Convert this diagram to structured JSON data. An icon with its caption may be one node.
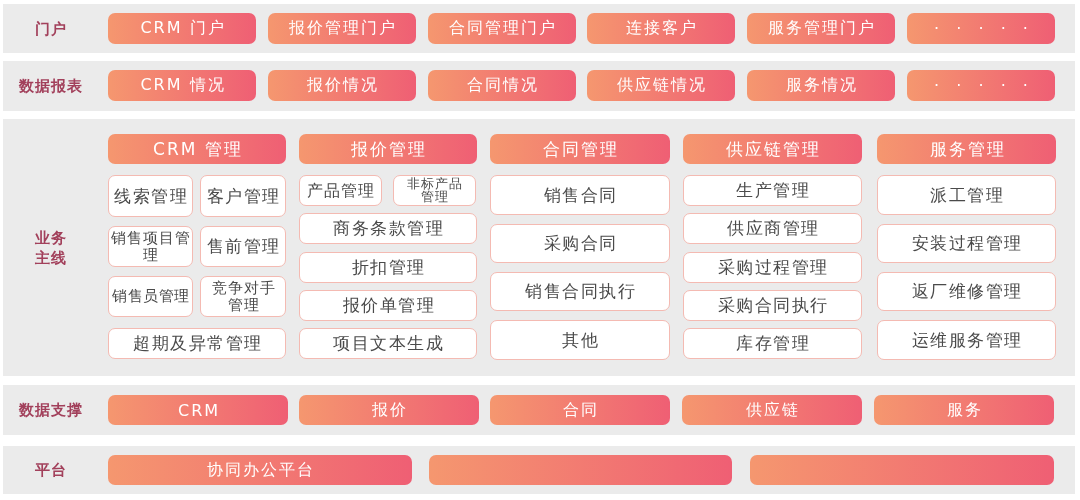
{
  "diagram": {
    "nodes": [
      {
        "text": [
          "门户"
        ]
      },
      {
        "text": [
          "CRM 门户"
        ],
        "in": 0
      },
      {
        "text": [
          "报价管理门户"
        ],
        "in": 0
      },
      {
        "text": [
          "合同管理门户"
        ],
        "in": 0
      },
      {
        "text": [
          "连接客户"
        ],
        "in": 0
      },
      {
        "text": [
          "服务管理门户"
        ],
        "in": 0
      },
      {
        "text": [
          "· · · · ·"
        ],
        "in": 0
      },
      {
        "text": [
          "数据报表"
        ]
      },
      {
        "text": [
          "CRM 情况"
        ],
        "in": 7
      },
      {
        "text": [
          "报价情况"
        ],
        "in": 7
      },
      {
        "text": [
          "合同情况"
        ],
        "in": 7
      },
      {
        "text": [
          "供应链情况"
        ],
        "in": 7
      },
      {
        "text": [
          "服务情况"
        ],
        "in": 7
      },
      {
        "text": [
          "· · · · ·"
        ],
        "in": 7
      },
      {
        "text": [
          "业务主线"
        ]
      },
      {
        "text": [
          "CRM 管理"
        ],
        "in": 14
      },
      {
        "text": [
          "线索管理"
        ],
        "in": 14
      },
      {
        "text": [
          "客户管理"
        ],
        "in": 14
      },
      {
        "text": [
          "销售项目管理"
        ],
        "in": 14
      },
      {
        "text": [
          "售前管理"
        ],
        "in": 14
      },
      {
        "text": [
          "销售员管理"
        ],
        "in": 14
      },
      {
        "text": [
          "竞争对手管理"
        ],
        "in": 14
      },
      {
        "text": [
          "超期及异常管理"
        ],
        "in": 14
      },
      {
        "text": [
          "报价管理"
        ],
        "in": 14
      },
      {
        "text": [
          "产品管理"
        ],
        "in": 14
      },
      {
        "text": [
          "非标产品管理"
        ],
        "in": 14
      },
      {
        "text": [
          "商务条款管理"
        ],
        "in": 14
      },
      {
        "text": [
          "折扣管理"
        ],
        "in": 14
      },
      {
        "text": [
          "报价单管理"
        ],
        "in": 14
      },
      {
        "text": [
          "项目文本生成"
        ],
        "in": 14
      },
      {
        "text": [
          "合同管理"
        ],
        "in": 14
      },
      {
        "text": [
          "销售合同"
        ],
        "in": 14
      },
      {
        "text": [
          "采购合同"
        ],
        "in": 14
      },
      {
        "text": [
          "销售合同执行"
        ],
        "in": 14
      },
      {
        "text": [
          "其他"
        ],
        "in": 14
      },
      {
        "text": [
          "供应链管理"
        ],
        "in": 14
      },
      {
        "text": [
          "生产管理"
        ],
        "in": 14
      },
      {
        "text": [
          "供应商管理"
        ],
        "in": 14
      },
      {
        "text": [
          "采购过程管理"
        ],
        "in": 14
      },
      {
        "text": [
          "采购合同执行"
        ],
        "in": 14
      },
      {
        "text": [
          "库存管理"
        ],
        "in": 14
      },
      {
        "text": [
          "服务管理"
        ],
        "in": 14
      },
      {
        "text": [
          "派工管理"
        ],
        "in": 14
      },
      {
        "text": [
          "安装过程管理"
        ],
        "in": 14
      },
      {
        "text": [
          "返厂维修管理"
        ],
        "in": 14
      },
      {
        "text": [
          "运维服务管理"
        ],
        "in": 14
      },
      {
        "text": [
          "数据支撑"
        ]
      },
      {
        "text": [
          "CRM"
        ],
        "in": 46
      },
      {
        "text": [
          "报价"
        ],
        "in": 46
      },
      {
        "text": [
          "合同"
        ],
        "in": 46
      },
      {
        "text": [
          "供应链"
        ],
        "in": 46
      },
      {
        "text": [
          "服务"
        ],
        "in": 46
      },
      {
        "text": [
          "平台"
        ]
      },
      {
        "text": [
          "协同办公平台"
        ],
        "in": 52
      },
      {
        "text": [],
        "shape": "bar",
        "in": 52
      },
      {
        "text": [],
        "shape": "bar",
        "in": 52
      }
    ]
  }
}
